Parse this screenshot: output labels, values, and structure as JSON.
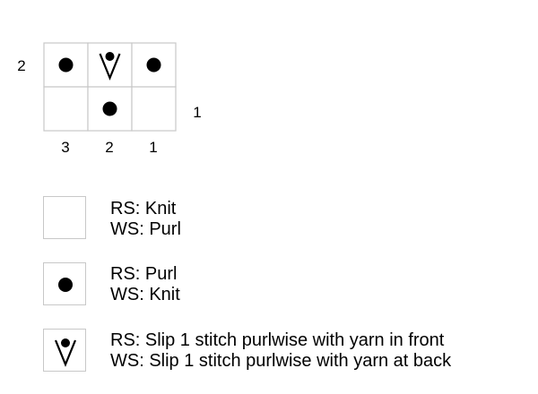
{
  "chart": {
    "rows": [
      {
        "number": "2",
        "cells": [
          "purl-dot",
          "slip-wyif",
          "purl-dot"
        ]
      },
      {
        "number": "1",
        "cells": [
          "blank",
          "purl-dot",
          "blank"
        ]
      }
    ],
    "column_numbers": [
      "3",
      "2",
      "1"
    ],
    "symbols": {
      "blank": "knit-blank-square",
      "purl-dot": "purl-dot-icon",
      "slip-wyif": "slip-stitch-v-icon"
    },
    "grid_color": "#c8c8c8",
    "ink_color": "#000000"
  },
  "legend": [
    {
      "symbol": "blank",
      "rs": "RS: Knit",
      "ws": "WS: Purl"
    },
    {
      "symbol": "purl-dot",
      "rs": "RS: Purl",
      "ws": "WS: Knit"
    },
    {
      "symbol": "slip-wyif",
      "rs": "RS: Slip 1 stitch purlwise with yarn in front",
      "ws": "WS: Slip 1 stitch purlwise with yarn at back"
    }
  ]
}
